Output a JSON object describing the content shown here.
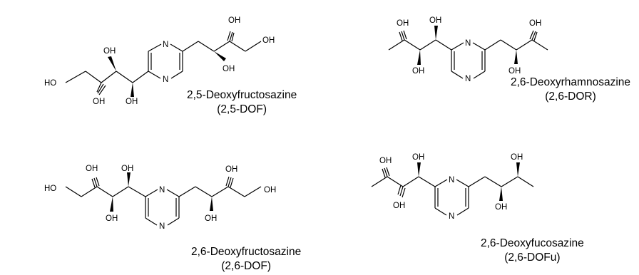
{
  "atoms": {
    "hydroxyl": "OH",
    "hydroxyl_left": "HO",
    "nitrogen": "N"
  },
  "molecules": [
    {
      "id": "dof25",
      "name": "2,5-Deoxyfructosazine",
      "abbrev": "(2,5-DOF)"
    },
    {
      "id": "dor26",
      "name": "2,6-Deoxyrhamnosazine",
      "abbrev": "(2,6-DOR)"
    },
    {
      "id": "dof26",
      "name": "2,6-Deoxyfructosazine",
      "abbrev": "(2,6-DOF)"
    },
    {
      "id": "dofu26",
      "name": "2,6-Deoxyfucosazine",
      "abbrev": "(2,6-DOFu)"
    }
  ]
}
